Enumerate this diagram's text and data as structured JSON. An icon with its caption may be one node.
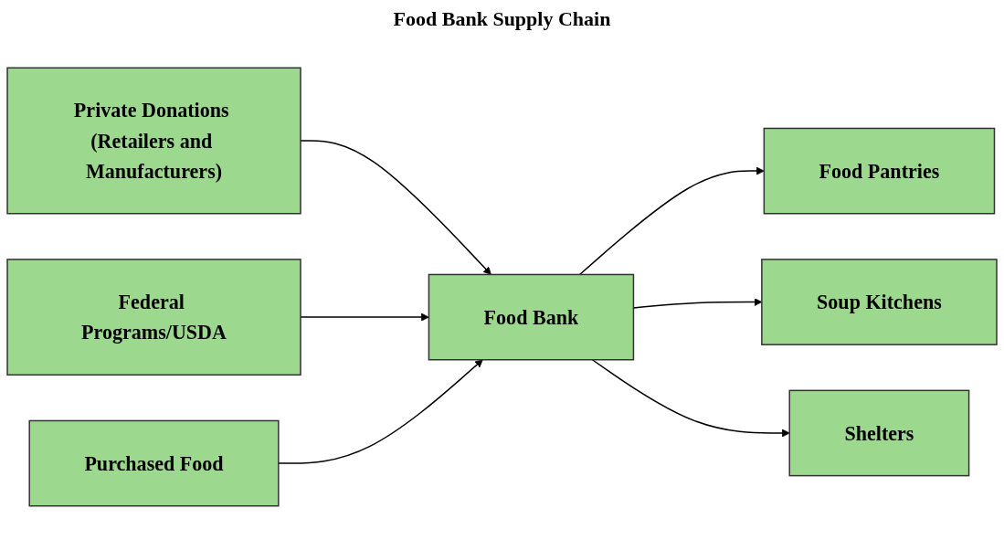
{
  "diagram": {
    "title": "Food Bank Supply Chain",
    "nodes": [
      {
        "text": [
          "Private Donations (Retailers and Manufacturers)"
        ]
      },
      {
        "text": [
          "Federal Programs/USDA"
        ]
      },
      {
        "text": [
          "Purchased Food"
        ]
      },
      {
        "text": [
          "Food Bank"
        ]
      },
      {
        "text": [
          "Food Pantries"
        ]
      },
      {
        "text": [
          "Soup Kitchens"
        ]
      },
      {
        "text": [
          "Shelters"
        ]
      }
    ],
    "edges": [
      {
        "from": 0,
        "to": 3,
        "arrow": "to"
      },
      {
        "from": 1,
        "to": 3,
        "arrow": "to"
      },
      {
        "from": 2,
        "to": 3,
        "arrow": "to"
      },
      {
        "from": 3,
        "to": 4,
        "arrow": "to"
      },
      {
        "from": 3,
        "to": 5,
        "arrow": "to"
      },
      {
        "from": 3,
        "to": 6,
        "arrow": "to"
      }
    ]
  }
}
